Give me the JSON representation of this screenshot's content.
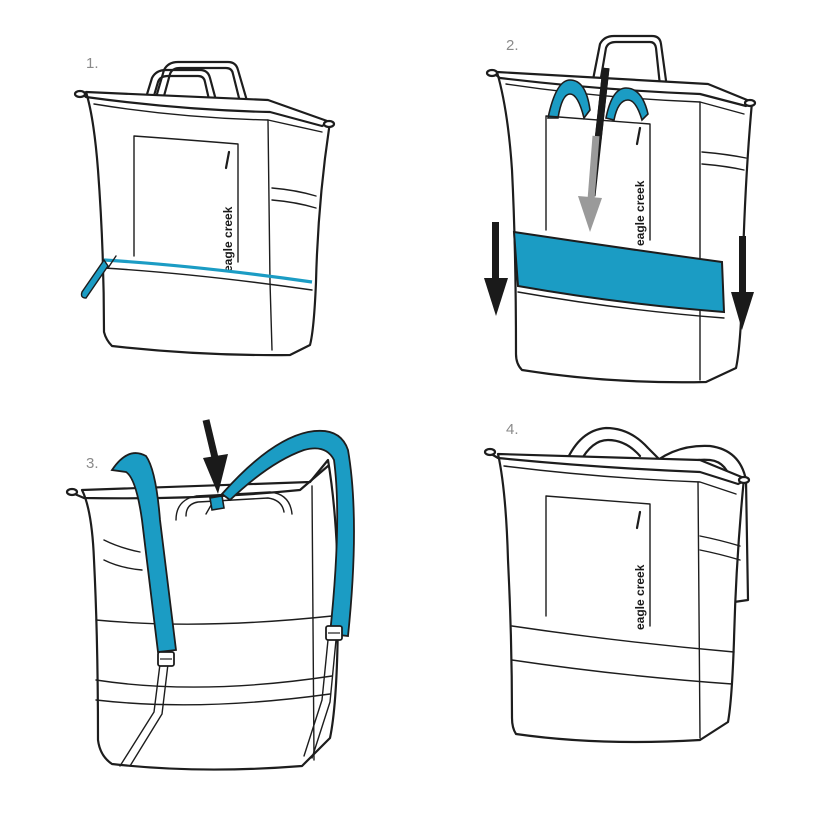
{
  "steps": [
    {
      "label": "1.",
      "brand": "eagle creek"
    },
    {
      "label": "2.",
      "brand": "eagle creek"
    },
    {
      "label": "3."
    },
    {
      "label": "4.",
      "brand": "eagle creek"
    }
  ],
  "colors": {
    "accent": "#1b9cc4",
    "accent_dark": "#0f6f8f",
    "outline": "#1d1d1d",
    "arrow_black": "#1a1a1a",
    "arrow_gray": "#9a9a9a",
    "background": "#ffffff"
  },
  "icons": [
    "down-arrow-icon",
    "zipper-pull-icon",
    "buckle-icon"
  ]
}
